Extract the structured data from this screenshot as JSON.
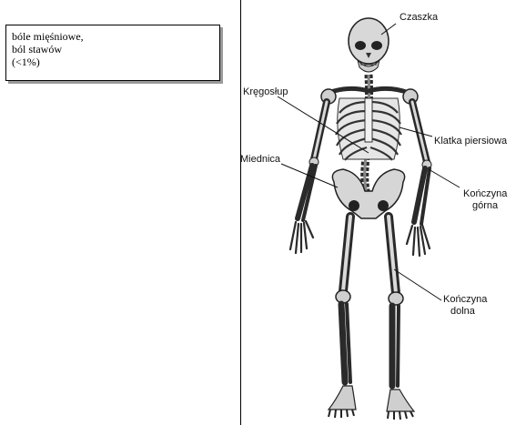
{
  "callout": {
    "lines": [
      "bóle mięśniowe,",
      "ból stawów",
      "(<1%)"
    ]
  },
  "figure": {
    "labels": {
      "skull": "Czaszka",
      "spine": "Kręgosłup",
      "ribcage": "Klatka piersiowa",
      "pelvis": "Miednica",
      "upper_limb": [
        "Kończyna",
        "górna"
      ],
      "lower_limb": [
        "Kończyna",
        "dolna"
      ]
    }
  }
}
